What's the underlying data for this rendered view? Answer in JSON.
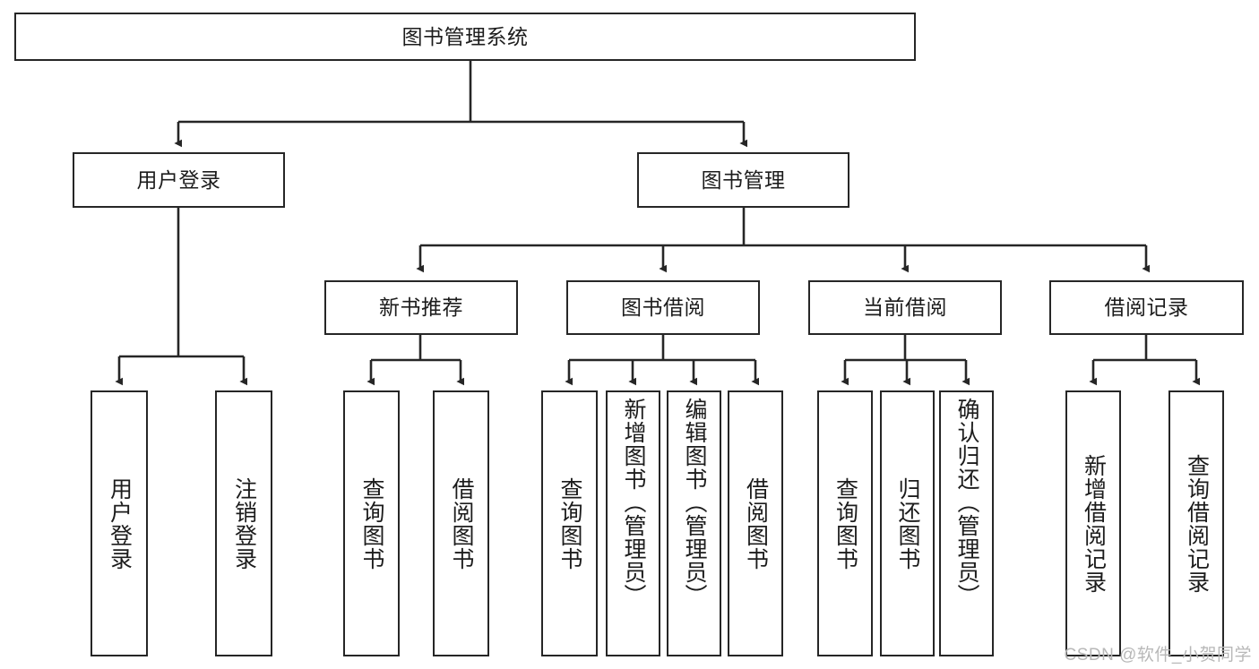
{
  "diagram": {
    "title": "图书管理系统",
    "type": "tree-hierarchy-diagram",
    "root": {
      "id": "root",
      "label": "图书管理系统"
    },
    "level2": [
      {
        "id": "user-login",
        "label": "用户登录"
      },
      {
        "id": "book-management",
        "label": "图书管理"
      }
    ],
    "level3": [
      {
        "id": "new-book-recommend",
        "label": "新书推荐",
        "parent": "book-management"
      },
      {
        "id": "book-borrow",
        "label": "图书借阅",
        "parent": "book-management"
      },
      {
        "id": "current-borrow",
        "label": "当前借阅",
        "parent": "book-management"
      },
      {
        "id": "borrow-record",
        "label": "借阅记录",
        "parent": "book-management"
      }
    ],
    "leaves": [
      {
        "id": "leaf-user-login",
        "label": "用户登录",
        "parent": "user-login"
      },
      {
        "id": "leaf-logout",
        "label": "注销登录",
        "parent": "user-login"
      },
      {
        "id": "leaf-query-book-1",
        "label": "查询图书",
        "parent": "new-book-recommend"
      },
      {
        "id": "leaf-borrow-book-1",
        "label": "借阅图书",
        "parent": "new-book-recommend"
      },
      {
        "id": "leaf-query-book-2",
        "label": "查询图书",
        "parent": "book-borrow"
      },
      {
        "id": "leaf-add-book",
        "label": "新增图书（管理员）",
        "parent": "book-borrow"
      },
      {
        "id": "leaf-edit-book",
        "label": "编辑图书（管理员）",
        "parent": "book-borrow"
      },
      {
        "id": "leaf-borrow-book-2",
        "label": "借阅图书",
        "parent": "book-borrow"
      },
      {
        "id": "leaf-query-book-3",
        "label": "查询图书",
        "parent": "current-borrow"
      },
      {
        "id": "leaf-return-book",
        "label": "归还图书",
        "parent": "current-borrow"
      },
      {
        "id": "leaf-confirm-return",
        "label": "确认归还（管理员）",
        "parent": "current-borrow"
      },
      {
        "id": "leaf-add-record",
        "label": "新增借阅记录",
        "parent": "borrow-record"
      },
      {
        "id": "leaf-query-record",
        "label": "查询借阅记录",
        "parent": "borrow-record"
      }
    ],
    "colors": {
      "stroke": "#262626",
      "box_fill": "#ffffff",
      "text": "#1c1c1c",
      "watermark": "#b8b8b8",
      "background": "#ffffff"
    }
  },
  "watermark": {
    "text": "CSDN @软件_小贺同学"
  }
}
